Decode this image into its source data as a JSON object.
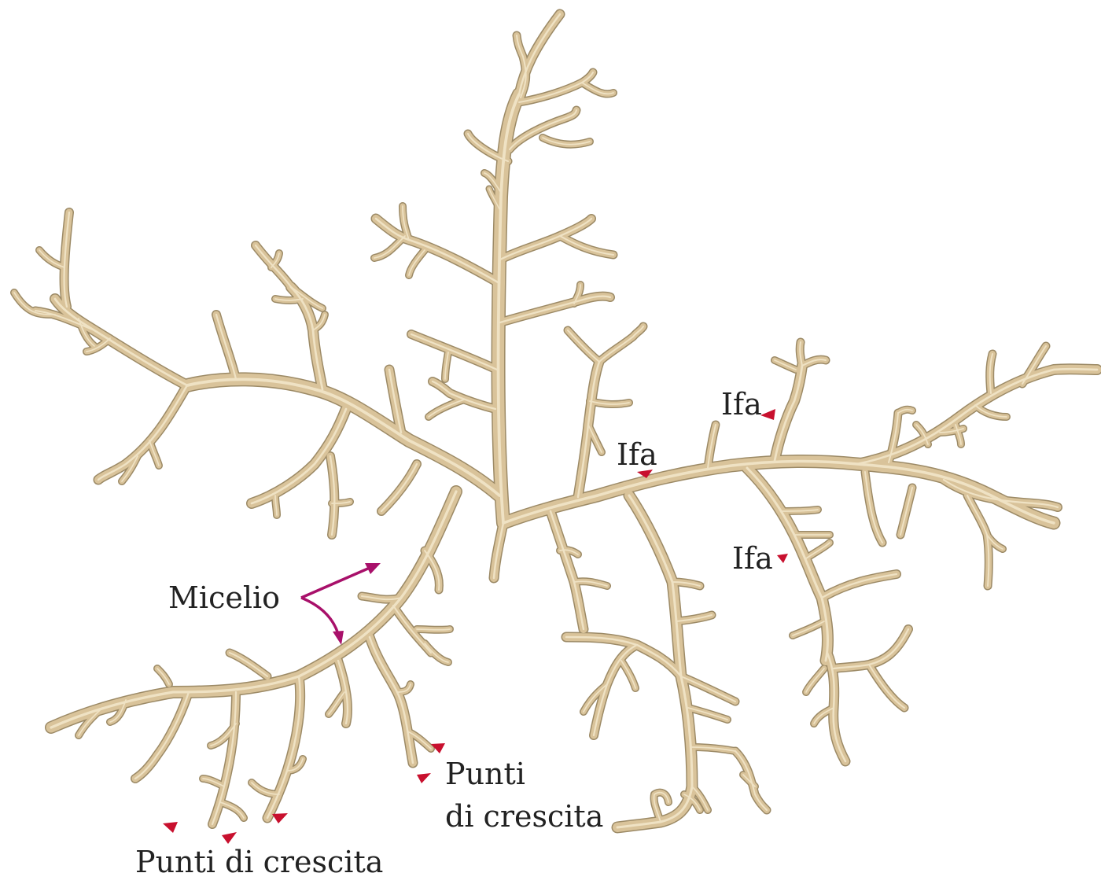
{
  "labels": {
    "micelio": "Micelio",
    "ifa": "Ifa",
    "punti_di_crescita_bottom": "Punti di crescita",
    "punti_line1": "Punti",
    "punti_line2": "di crescita"
  },
  "colors": {
    "hypha_fill": "#d9c39a",
    "hypha_outline": "#9c8a66",
    "growth_point_marker": "#c8102e",
    "micelio_arrow": "#a8106a",
    "text": "#222222"
  }
}
